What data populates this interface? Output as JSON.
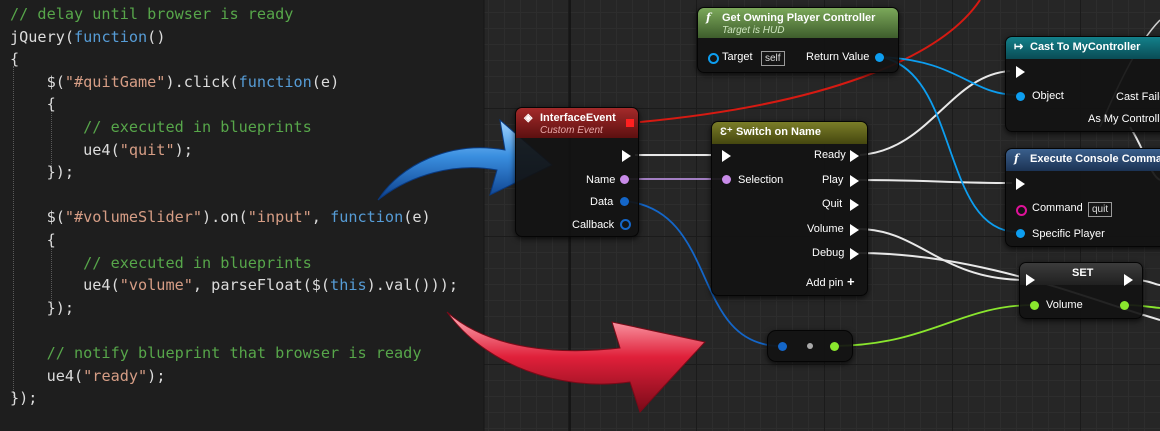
{
  "code": {
    "lines": [
      [
        [
          "t-comment",
          "// delay until browser is ready"
        ]
      ],
      [
        [
          "t-plain",
          "jQuery("
        ],
        [
          "t-kw",
          "function"
        ],
        [
          "t-plain",
          "()"
        ]
      ],
      [
        [
          "t-plain",
          "{"
        ]
      ],
      [
        [
          "t-plain",
          "    $("
        ],
        [
          "t-str",
          "\"#quitGame\""
        ],
        [
          "t-plain",
          ").click("
        ],
        [
          "t-kw",
          "function"
        ],
        [
          "t-plain",
          "(e)"
        ]
      ],
      [
        [
          "t-plain",
          "    {"
        ]
      ],
      [
        [
          "t-comment",
          "        // executed in blueprints"
        ]
      ],
      [
        [
          "t-plain",
          "        ue4("
        ],
        [
          "t-str",
          "\"quit\""
        ],
        [
          "t-plain",
          ");"
        ]
      ],
      [
        [
          "t-plain",
          "    });"
        ]
      ],
      [
        [
          "t-plain",
          ""
        ]
      ],
      [
        [
          "t-plain",
          "    $("
        ],
        [
          "t-str",
          "\"#volumeSlider\""
        ],
        [
          "t-plain",
          ").on("
        ],
        [
          "t-str",
          "\"input\""
        ],
        [
          "t-plain",
          ", "
        ],
        [
          "t-kw",
          "function"
        ],
        [
          "t-plain",
          "(e)"
        ]
      ],
      [
        [
          "t-plain",
          "    {"
        ]
      ],
      [
        [
          "t-comment",
          "        // executed in blueprints"
        ]
      ],
      [
        [
          "t-plain",
          "        ue4("
        ],
        [
          "t-str",
          "\"volume\""
        ],
        [
          "t-plain",
          ", parseFloat($("
        ],
        [
          "t-kw",
          "this"
        ],
        [
          "t-plain",
          ").val()));"
        ]
      ],
      [
        [
          "t-plain",
          "    });"
        ]
      ],
      [
        [
          "t-plain",
          ""
        ]
      ],
      [
        [
          "t-comment",
          "    // notify blueprint that browser is ready"
        ]
      ],
      [
        [
          "t-plain",
          "    ue4("
        ],
        [
          "t-str",
          "\"ready\""
        ],
        [
          "t-plain",
          ");"
        ]
      ],
      [
        [
          "t-plain",
          "});"
        ]
      ]
    ]
  },
  "nodes": {
    "get_owning": {
      "title": "Get Owning Player Controller",
      "subtitle": "Target is HUD",
      "target_label": "Target",
      "target_value": "self",
      "return_label": "Return Value",
      "icon": "function-icon"
    },
    "interface_event": {
      "title": "InterfaceEvent",
      "subtitle": "Custom Event",
      "name_label": "Name",
      "data_label": "Data",
      "callback_label": "Callback",
      "icon": "event-icon"
    },
    "switch": {
      "title": "Switch on Name",
      "selection_label": "Selection",
      "outputs": [
        "Ready",
        "Play",
        "Quit",
        "Volume",
        "Debug"
      ],
      "add_pin_label": "Add pin",
      "icon": "switch-icon"
    },
    "cast": {
      "title": "Cast To MyController",
      "object_label": "Object",
      "cast_failed_label": "Cast Failed",
      "as_label": "As My Controller",
      "icon": "cast-icon"
    },
    "exec_console": {
      "title": "Execute Console Command",
      "command_label": "Command",
      "command_value": "quit",
      "player_label": "Specific Player",
      "icon": "function-icon"
    },
    "set": {
      "title": "SET",
      "volume_label": "Volume"
    }
  },
  "colors": {
    "function_header": "#6e9a52",
    "event_header": "#8e1e1e",
    "switch_header": "#6f7220",
    "cast_header": "#0f6b74",
    "exec_header": "#2d4a6e",
    "pin_object": "#0d9ef0",
    "pin_name": "#c88be8",
    "pin_float": "#8ae62e",
    "pin_string": "#e0129a",
    "wire_red": "#d61a12",
    "arrow_blue": "#3a8fe0",
    "arrow_red": "#e0203a"
  }
}
